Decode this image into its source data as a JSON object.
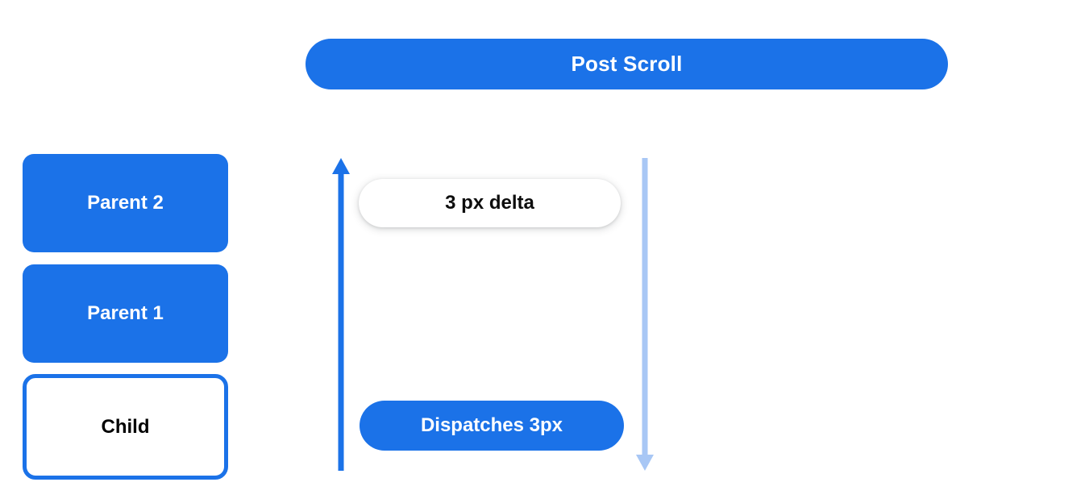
{
  "header": {
    "title": "Post Scroll"
  },
  "hierarchy": {
    "boxes": [
      {
        "label": "Parent 2",
        "style": "filled",
        "fill": "#1b72e8",
        "text_color": "#ffffff"
      },
      {
        "label": "Parent 1",
        "style": "filled",
        "fill": "#1b72e8",
        "text_color": "#ffffff"
      },
      {
        "label": "Child",
        "style": "outlined",
        "fill": "#ffffff",
        "text_color": "#000000",
        "border_color": "#1b72e8"
      }
    ]
  },
  "flow": {
    "up_arrow": {
      "name": "bubble-up-arrow",
      "direction": "up",
      "color": "#1b72e8"
    },
    "down_arrow": {
      "name": "scroll-down-arrow",
      "direction": "down",
      "color": "#a8c7f5"
    },
    "labels": [
      {
        "text": "3 px delta",
        "style": "white-pill",
        "fill": "#ffffff",
        "text_color": "#0d0d0d"
      },
      {
        "text": "Dispatches 3px",
        "style": "blue-pill",
        "fill": "#1b72e8",
        "text_color": "#ffffff"
      }
    ]
  },
  "colors": {
    "brand_blue": "#1b72e8",
    "light_blue": "#a8c7f5",
    "background": "#ffffff",
    "text_dark": "#0d0d0d"
  }
}
